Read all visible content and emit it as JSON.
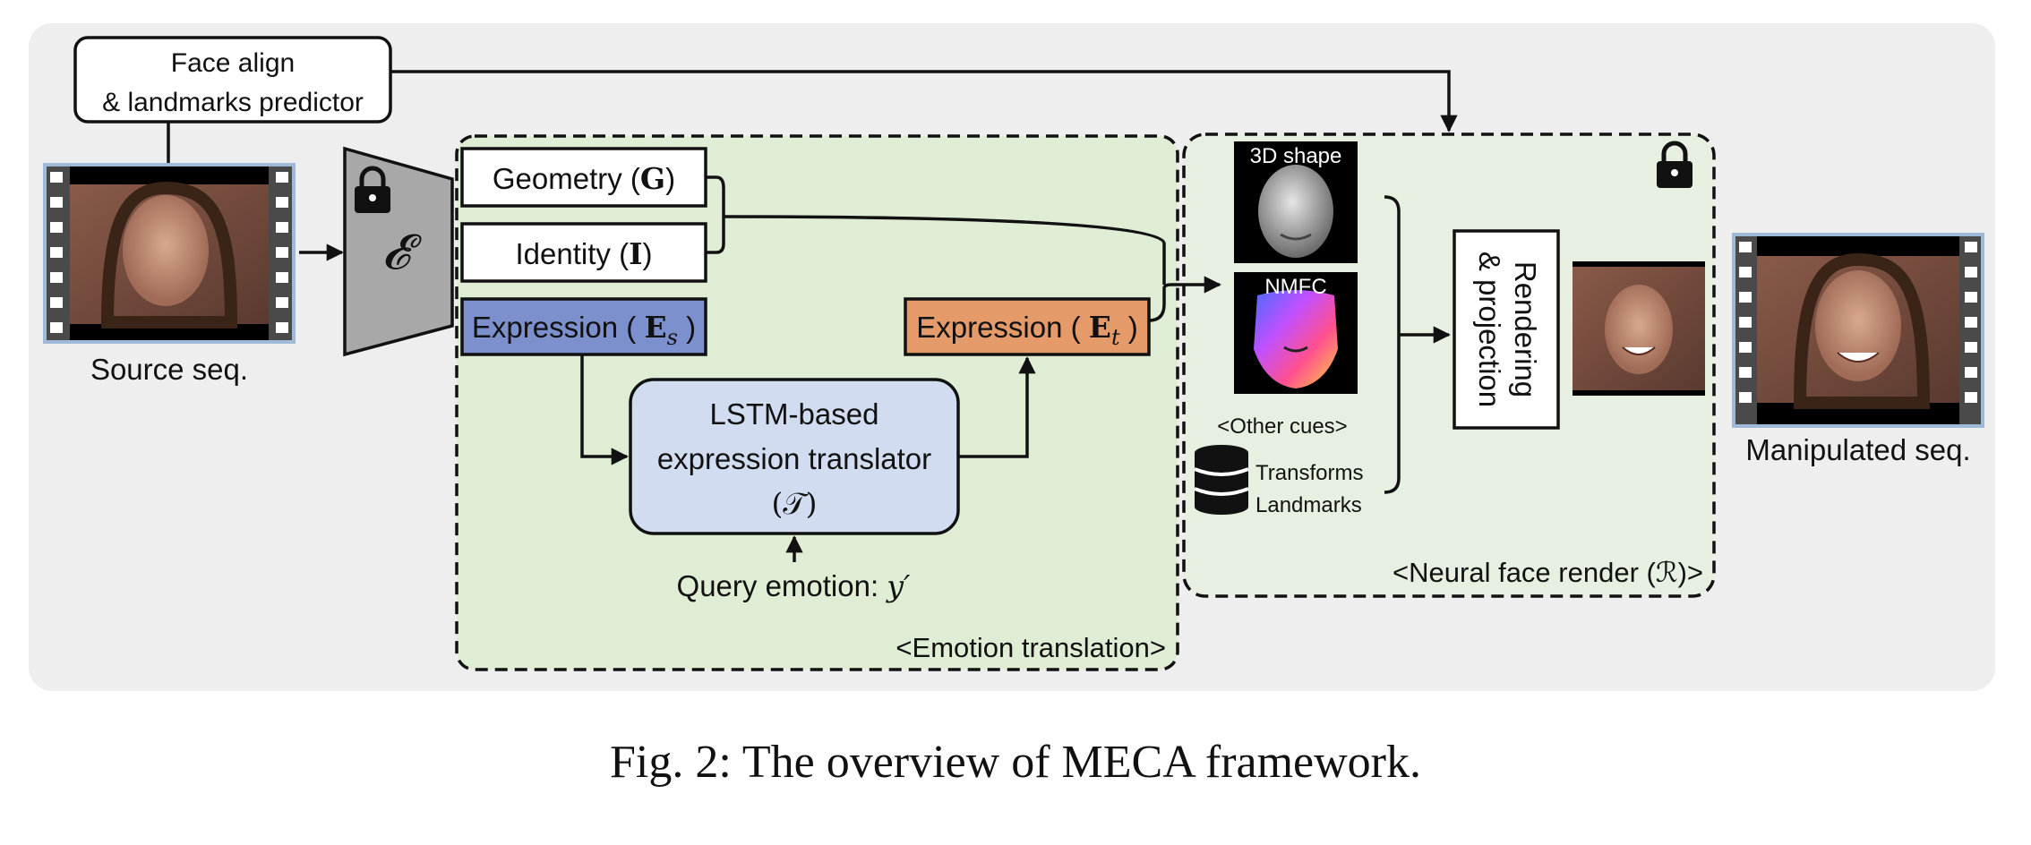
{
  "aligner": {
    "line1": "Face align",
    "line2": "& landmarks predictor"
  },
  "source": {
    "label": "Source seq."
  },
  "encoder": {
    "symbol": "𝓔"
  },
  "emotion_translation": {
    "title": "<Emotion translation>",
    "geometry": {
      "text": "Geometry (",
      "sym": "G",
      "close": ")"
    },
    "identity": {
      "text": "Identity (",
      "sym": "I",
      "close": ")"
    },
    "expr_s": {
      "text": "Expression ( ",
      "sym": "E",
      "sub": "s",
      "close": " )"
    },
    "expr_t": {
      "text": "Expression ( ",
      "sym": "E",
      "sub": "t",
      "close": " )"
    },
    "translator": {
      "line1": "LSTM-based",
      "line2": "expression translator",
      "line3": "(𝒯)"
    },
    "query": {
      "text": "Query emotion: ",
      "sym": "y′"
    }
  },
  "renderer": {
    "title": "<Neural face render (ℛ)>",
    "shape_label": "3D shape",
    "nmfc_label": "NMFC",
    "other_cues": "<Other cues>",
    "transforms": "Transforms",
    "landmarks": "Landmarks",
    "render_box": {
      "line1": "Rendering",
      "line2": "& projection"
    }
  },
  "output": {
    "label": "Manipulated seq."
  },
  "caption": "Fig. 2: The overview of MECA framework.",
  "colors": {
    "panel": "#eeeeee",
    "green_region": "#e0edd5",
    "expr_s": "#7b90cc",
    "expr_t": "#e59a6a",
    "translator": "#d1dcf0",
    "encoder": "#a8a8a8",
    "stroke": "#111111"
  }
}
